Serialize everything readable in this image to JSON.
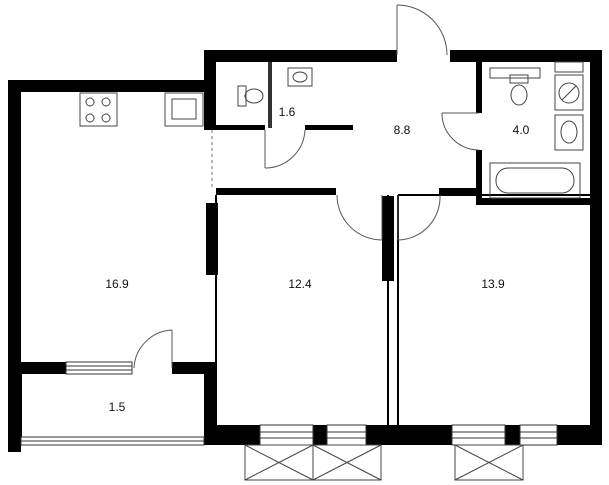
{
  "rooms": [
    {
      "id": "kitchen-living",
      "area": "16.9"
    },
    {
      "id": "toilet",
      "area": "1.6"
    },
    {
      "id": "hallway",
      "area": "8.8"
    },
    {
      "id": "bathroom",
      "area": "4.0"
    },
    {
      "id": "bedroom-middle",
      "area": "12.4"
    },
    {
      "id": "bedroom-right",
      "area": "13.9"
    },
    {
      "id": "balcony",
      "area": "1.5"
    }
  ],
  "colors": {
    "wall": "#000000",
    "line": "#555555",
    "background": "#ffffff"
  }
}
